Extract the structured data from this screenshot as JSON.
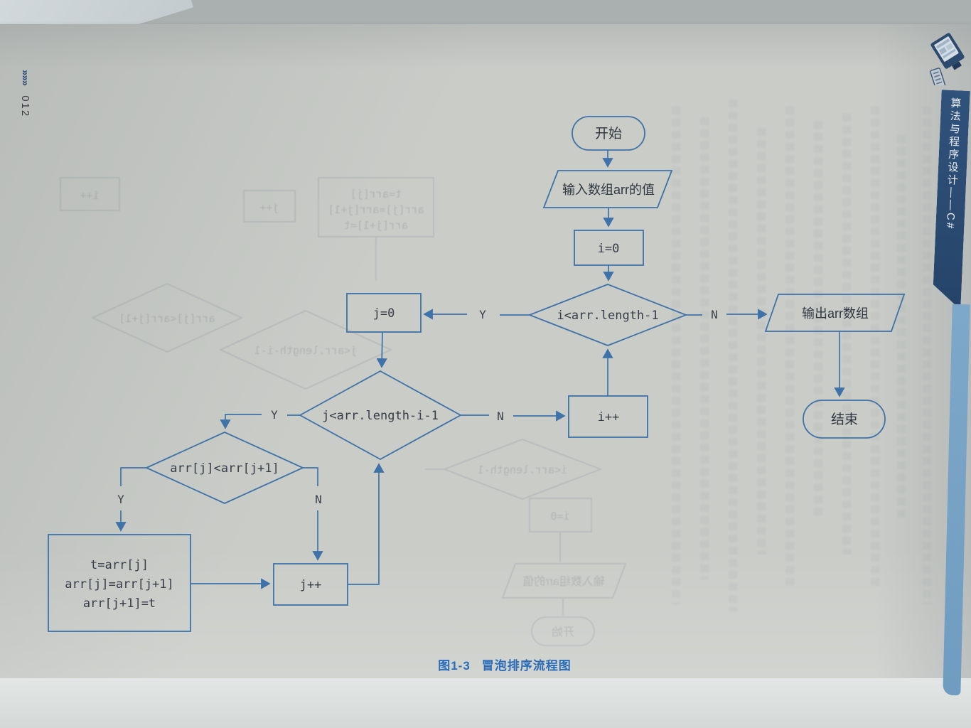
{
  "page": {
    "chevrons": "»»»",
    "page_number": "012",
    "sidebar_title": "算法与程序设计——C#",
    "caption_label": "图1-3",
    "caption_text": "冒泡排序流程图"
  },
  "flowchart": {
    "start": "开始",
    "input": "输入数组arr的值",
    "init_i": "i=0",
    "cond_outer": "i<arr.length-1",
    "output": "输出arr数组",
    "end": "结束",
    "init_j": "j=0",
    "cond_inner": "j<arr.length-i-1",
    "inc_i": "i++",
    "cond_swap": "arr[j]<arr[j+1]",
    "swap1": "t=arr[j]",
    "swap2": "arr[j]=arr[j+1]",
    "swap3": "arr[j+1]=t",
    "inc_j": "j++",
    "yes": "Y",
    "no": "N"
  },
  "colors": {
    "flow_line": "#3f72a8",
    "code_text": "#363d47",
    "caption": "#2a6cb8",
    "banner_bg": "#2b4b72",
    "edge_strip": "#7ea8c9",
    "paper": "#c9ccc7"
  }
}
